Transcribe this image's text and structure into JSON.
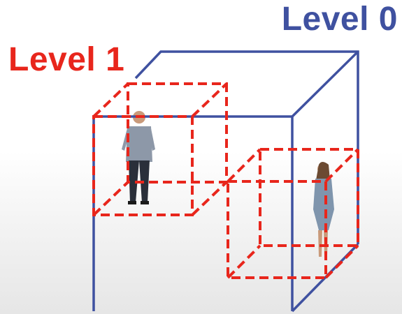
{
  "labels": {
    "level0": "Level 0",
    "level1": "Level 1"
  },
  "colors": {
    "level0": "#3f51a0",
    "level1": "#e8261c",
    "person_shirt": "#8d98a8",
    "person_pants": "#2a2f3a",
    "person_skin": "#c99a7a",
    "dress": "#7f95ad"
  },
  "figures": [
    {
      "name": "person-standing-man"
    },
    {
      "name": "person-standing-woman"
    }
  ]
}
